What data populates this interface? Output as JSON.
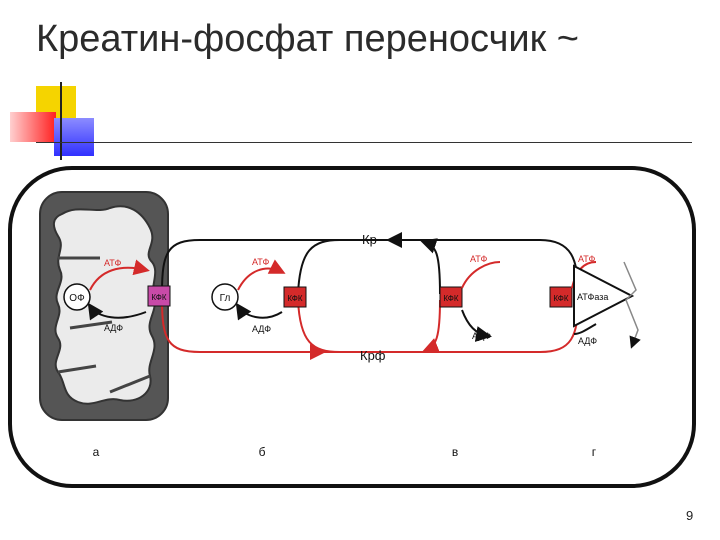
{
  "title": "Креатин-фосфат переносчик ~",
  "page_number": "9",
  "colors": {
    "red": "#d42a2a",
    "enzyme": "#d42a2a",
    "enzyme_pink": "#c84aa8",
    "black": "#111111",
    "mito_fill": "#e6e6e6"
  },
  "labels": {
    "kr": "Кр",
    "krf": "Крф",
    "atf": "АТФ",
    "adf": "АДФ",
    "of": "ОФ",
    "gl": "Гл",
    "kfk": "КФК",
    "atfase": "АТФаза"
  },
  "panels": {
    "a": "а",
    "b": "б",
    "v": "в",
    "g": "г"
  }
}
